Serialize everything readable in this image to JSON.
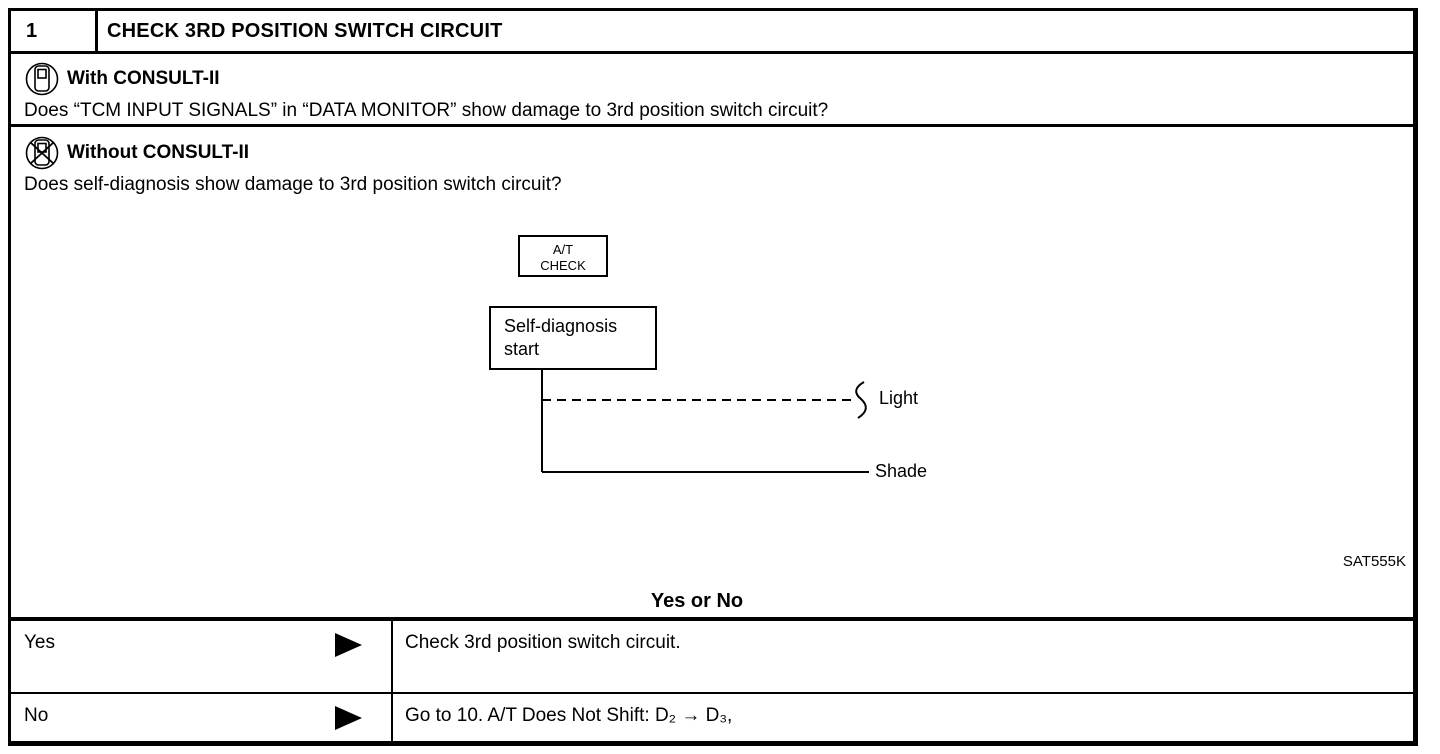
{
  "page": {
    "step_number": "1",
    "title": "CHECK 3RD POSITION SWITCH CIRCUIT"
  },
  "with_consult": {
    "icon": "consult-tester-icon",
    "heading": "With CONSULT-II",
    "question": "Does “TCM INPUT SIGNALS” in “DATA MONITOR” show damage to 3rd position switch circuit?"
  },
  "without_consult": {
    "icon": "no-consult-tester-icon",
    "heading": "Without CONSULT-II",
    "question": "Does self-diagnosis show damage to 3rd position switch circuit?"
  },
  "diagram": {
    "at_check_box": {
      "line1": "A/T",
      "line2": "CHECK"
    },
    "selfdiag_box": {
      "line1": "Self-diagnosis",
      "line2": "start"
    },
    "light_label": "Light",
    "shade_label": "Shade",
    "figure_code": "SAT555K"
  },
  "decision": {
    "prompt": "Yes or No",
    "rows": [
      {
        "answer": "Yes",
        "action": "Check 3rd position switch circuit."
      },
      {
        "answer": "No",
        "action": "Go to 10. A/T Does Not Shift: D₂ → D₃,"
      }
    ]
  },
  "colors": {
    "ink": "#000000",
    "paper": "#ffffff"
  }
}
